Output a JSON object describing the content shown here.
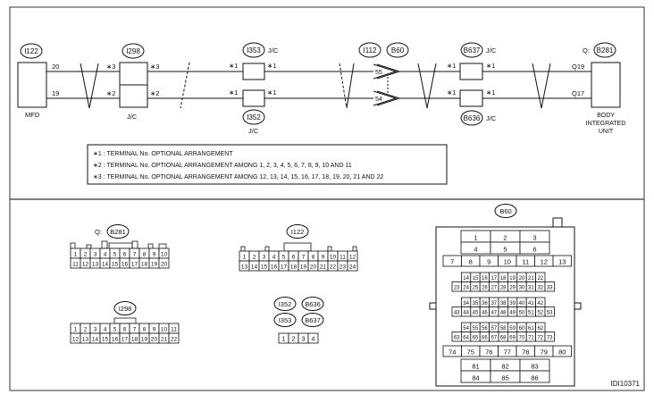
{
  "upper": {
    "left_connector": {
      "id": "I122",
      "unit": "MFD",
      "pins": [
        "20",
        "19"
      ]
    },
    "jc_i298": {
      "id": "I298",
      "label": "J/C",
      "marks_top": [
        "∗3",
        "∗3"
      ],
      "marks_bottom": [
        "∗2",
        "∗2"
      ]
    },
    "jc_i353": {
      "id": "I353",
      "jc": "J/C",
      "marks": [
        "∗1",
        "∗1"
      ]
    },
    "jc_i352": {
      "id": "I352",
      "jc": "J/C",
      "marks": [
        "∗1",
        "∗1"
      ]
    },
    "joint": {
      "ids": [
        "I112",
        "B60"
      ],
      "pins": [
        "55",
        "54"
      ]
    },
    "jc_b637": {
      "id": "B637",
      "jc": "J/C",
      "marks": [
        "∗1",
        "∗1"
      ]
    },
    "jc_b636": {
      "id": "B636",
      "jc": "J/C",
      "marks": [
        "∗1",
        "∗1"
      ]
    },
    "right_connector": {
      "prefix": "Q:",
      "id": "B281",
      "pins": [
        "Q19",
        "Q17"
      ],
      "unit": [
        "BODY",
        "INTEGRATED",
        "UNIT"
      ]
    },
    "notes": [
      "∗1 : TERMINAL No. OPTIONAL ARRANGEMENT",
      "∗2 : TERMINAL No. OPTIONAL ARRANGEMENT AMONG 1, 2, 3, 4, 5, 6, 7, 8, 9, 10 AND 11",
      "∗3 : TERMINAL No. OPTIONAL ARRANGEMENT AMONG 12, 13, 14, 15, 16, 17, 18, 19, 20, 21 AND 22"
    ]
  },
  "lower": {
    "b281": {
      "prefix": "Q:",
      "id": "B281",
      "rows": [
        [
          "1",
          "2",
          "3",
          "4",
          "5",
          "6",
          "7",
          "8",
          "9",
          "10"
        ],
        [
          "11",
          "12",
          "13",
          "14",
          "15",
          "16",
          "17",
          "18",
          "19",
          "20"
        ]
      ]
    },
    "i122": {
      "id": "I122",
      "rows": [
        [
          "1",
          "2",
          "3",
          "4",
          "5",
          "6",
          "7",
          "8",
          "9",
          "10",
          "11",
          "12"
        ],
        [
          "13",
          "14",
          "15",
          "16",
          "17",
          "18",
          "19",
          "20",
          "21",
          "22",
          "23",
          "24"
        ]
      ]
    },
    "i298": {
      "id": "I298",
      "rows": [
        [
          "1",
          "2",
          "3",
          "4",
          "5",
          "6",
          "7",
          "8",
          "9",
          "10",
          "11"
        ],
        [
          "12",
          "13",
          "14",
          "15",
          "16",
          "17",
          "18",
          "19",
          "20",
          "21",
          "22"
        ]
      ]
    },
    "small": {
      "ids": [
        "I352",
        "B636",
        "I353",
        "B637"
      ],
      "row": [
        "1",
        "2",
        "3",
        "4"
      ]
    },
    "b60": {
      "id": "B60",
      "top": [
        [
          "1",
          "2",
          "3"
        ],
        [
          "4",
          "5",
          "6"
        ]
      ],
      "row7": [
        "7",
        "8",
        "9",
        "10",
        "11",
        "12",
        "13"
      ],
      "blocks": [
        [
          [
            "14",
            "15",
            "16",
            "17",
            "18",
            "19",
            "20",
            "21",
            "22"
          ],
          [
            "23",
            "24",
            "25",
            "26",
            "27",
            "28",
            "29",
            "30",
            "31",
            "32",
            "33"
          ]
        ],
        [
          [
            "34",
            "35",
            "36",
            "37",
            "38",
            "39",
            "40",
            "41",
            "42"
          ],
          [
            "43",
            "44",
            "45",
            "46",
            "47",
            "48",
            "49",
            "50",
            "51",
            "52",
            "53"
          ]
        ],
        [
          [
            "54",
            "55",
            "56",
            "57",
            "58",
            "59",
            "60",
            "61",
            "62"
          ],
          [
            "63",
            "64",
            "65",
            "66",
            "67",
            "68",
            "69",
            "70",
            "71",
            "72",
            "73"
          ]
        ]
      ],
      "row74": [
        "74",
        "75",
        "76",
        "77",
        "78",
        "79",
        "80"
      ],
      "bottom": [
        [
          "81",
          "82",
          "83"
        ],
        [
          "84",
          "85",
          "86"
        ]
      ]
    }
  },
  "figure_id": "IDI10371"
}
